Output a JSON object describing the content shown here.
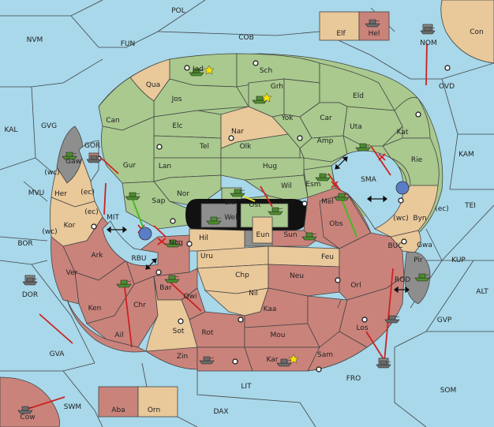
{
  "colors": {
    "sea": "#a8d8ea",
    "green_power": "#a9c98e",
    "neutral_tan": "#e9c89a",
    "red_power": "#c9837b",
    "impassable": "#8e8e8e",
    "order_red": "#cc2222",
    "order_green": "#44bb22",
    "order_yellow": "#e8e020"
  },
  "sea_regions": [
    "POL",
    "NVM",
    "FUN",
    "COB",
    "KAL",
    "GVG",
    "GOR",
    "MVU",
    "BOR",
    "MIT",
    "RBU",
    "DOR",
    "GVA",
    "SWM",
    "LIT",
    "DAX",
    "FRO",
    "SOM",
    "ALT",
    "GVP",
    "KUP",
    "TEI",
    "KAM",
    "OVD",
    "NOM",
    "SMA",
    "BUC",
    "ROD"
  ],
  "green_regions": [
    "Jad",
    "Sch",
    "Qua",
    "Grh",
    "Jos",
    "Eld",
    "Can",
    "Yok",
    "Car",
    "Elc",
    "Nar",
    "Tel",
    "Uta",
    "Kat",
    "Olk",
    "Amp",
    "Gur",
    "Hug",
    "Rie",
    "Lan",
    "Nor",
    "Sap",
    "Wil",
    "Esm",
    "Ost",
    "Skr"
  ],
  "tan_regions": [
    "Elf",
    "Con",
    "Her",
    "Gaw",
    "Kor",
    "Web",
    "Hil",
    "Eun",
    "Byn",
    "Gwa",
    "Uru",
    "Chp",
    "Nil",
    "Sot",
    "Orn"
  ],
  "red_regions": [
    "Hel",
    "Ark",
    "Ver",
    "Ken",
    "Chr",
    "Ail",
    "Nog",
    "Bar",
    "Qwi",
    "Neu",
    "Orl",
    "Kaa",
    "Mou",
    "Rot",
    "Zin",
    "Kar",
    "Sam",
    "Los",
    "Sun",
    "Mel",
    "Obs",
    "Feu",
    "Cow",
    "Aba",
    "Pir"
  ],
  "special_labels": {
    "wc_1": "(wc)",
    "ec_1": "(ec)",
    "ec_2": "(ec)",
    "wc_2": "(wc)",
    "wc_3": "(wc)",
    "ec_3": "(ec)"
  },
  "units": [
    {
      "type": "fleet",
      "power": "green",
      "at": "Jad"
    },
    {
      "type": "fleet",
      "power": "green",
      "at": "Grh"
    },
    {
      "type": "fleet",
      "power": "green",
      "at": "GOR"
    },
    {
      "type": "fleet",
      "power": "green",
      "at": "Sap"
    },
    {
      "type": "fleet",
      "power": "green",
      "at": "Uta"
    },
    {
      "type": "fleet",
      "power": "green",
      "at": "Esm"
    },
    {
      "type": "fleet",
      "power": "green",
      "at": "Mel"
    },
    {
      "type": "fleet",
      "power": "green",
      "at": "Skr"
    },
    {
      "type": "fleet",
      "power": "green",
      "at": "Ost"
    },
    {
      "type": "fleet",
      "power": "green",
      "at": "Sun"
    },
    {
      "type": "fleet",
      "power": "green",
      "at": "Nog"
    },
    {
      "type": "fleet",
      "power": "green",
      "at": "Bar"
    },
    {
      "type": "fleet",
      "power": "green",
      "at": "Chr"
    },
    {
      "type": "fleet",
      "power": "green",
      "at": "Pir"
    },
    {
      "type": "fleet",
      "power": "green",
      "at": "Web"
    },
    {
      "type": "fleet",
      "power": "gray",
      "at": "Hel"
    },
    {
      "type": "fleet",
      "power": "gray",
      "at": "NOM"
    },
    {
      "type": "fleet",
      "power": "gray",
      "at": "DOR"
    },
    {
      "type": "fleet",
      "power": "gray",
      "at": "Zin"
    },
    {
      "type": "fleet",
      "power": "gray",
      "at": "Kar"
    },
    {
      "type": "fleet",
      "power": "gray",
      "at": "Los"
    },
    {
      "type": "fleet",
      "power": "gray",
      "at": "Cow"
    },
    {
      "type": "fleet",
      "power": "gray",
      "at": "GOR_south"
    },
    {
      "type": "fleet",
      "power": "gray",
      "at": "FRO_north"
    }
  ]
}
